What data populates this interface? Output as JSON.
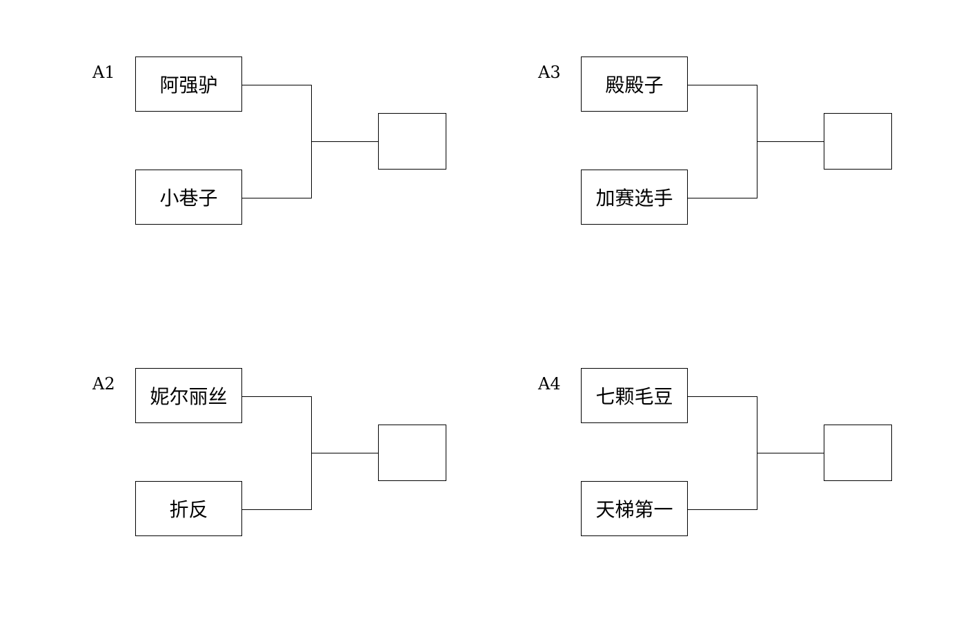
{
  "brackets": [
    {
      "group": "A1",
      "players": [
        "阿强驴",
        "小巷子"
      ],
      "winner": ""
    },
    {
      "group": "A3",
      "players": [
        "殿殿子",
        "加赛选手"
      ],
      "winner": ""
    },
    {
      "group": "A2",
      "players": [
        "妮尔丽丝",
        "折反"
      ],
      "winner": ""
    },
    {
      "group": "A4",
      "players": [
        "七颗毛豆",
        "天梯第一"
      ],
      "winner": ""
    }
  ]
}
